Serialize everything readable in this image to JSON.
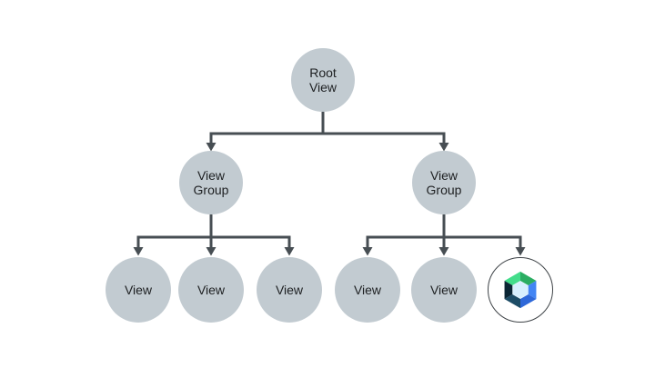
{
  "diagram": {
    "name": "view-hierarchy-tree",
    "nodes": {
      "root": {
        "label": "Root\nView"
      },
      "view_group_left": {
        "label": "View\nGroup"
      },
      "view_group_right": {
        "label": "View\nGroup"
      },
      "view_1": {
        "label": "View"
      },
      "view_2": {
        "label": "View"
      },
      "view_3": {
        "label": "View"
      },
      "view_4": {
        "label": "View"
      },
      "view_5": {
        "label": "View"
      },
      "compose_leaf": {
        "label": "",
        "icon": "jetpack-compose-logo"
      }
    }
  },
  "colors": {
    "background": "#ffffff",
    "node_fill": "#c2cbd1",
    "node_text": "#1e2022",
    "connector": "#474e53",
    "compose_ring": "#3e4347",
    "compose_green_light": "#43dd8b",
    "compose_green_dark": "#2bad62",
    "compose_blue": "#4285f4",
    "compose_blue_dark": "#2e68d9",
    "compose_navy": "#0b2534",
    "compose_navy_light": "#1d4c66",
    "compose_center": "#d7effe"
  }
}
